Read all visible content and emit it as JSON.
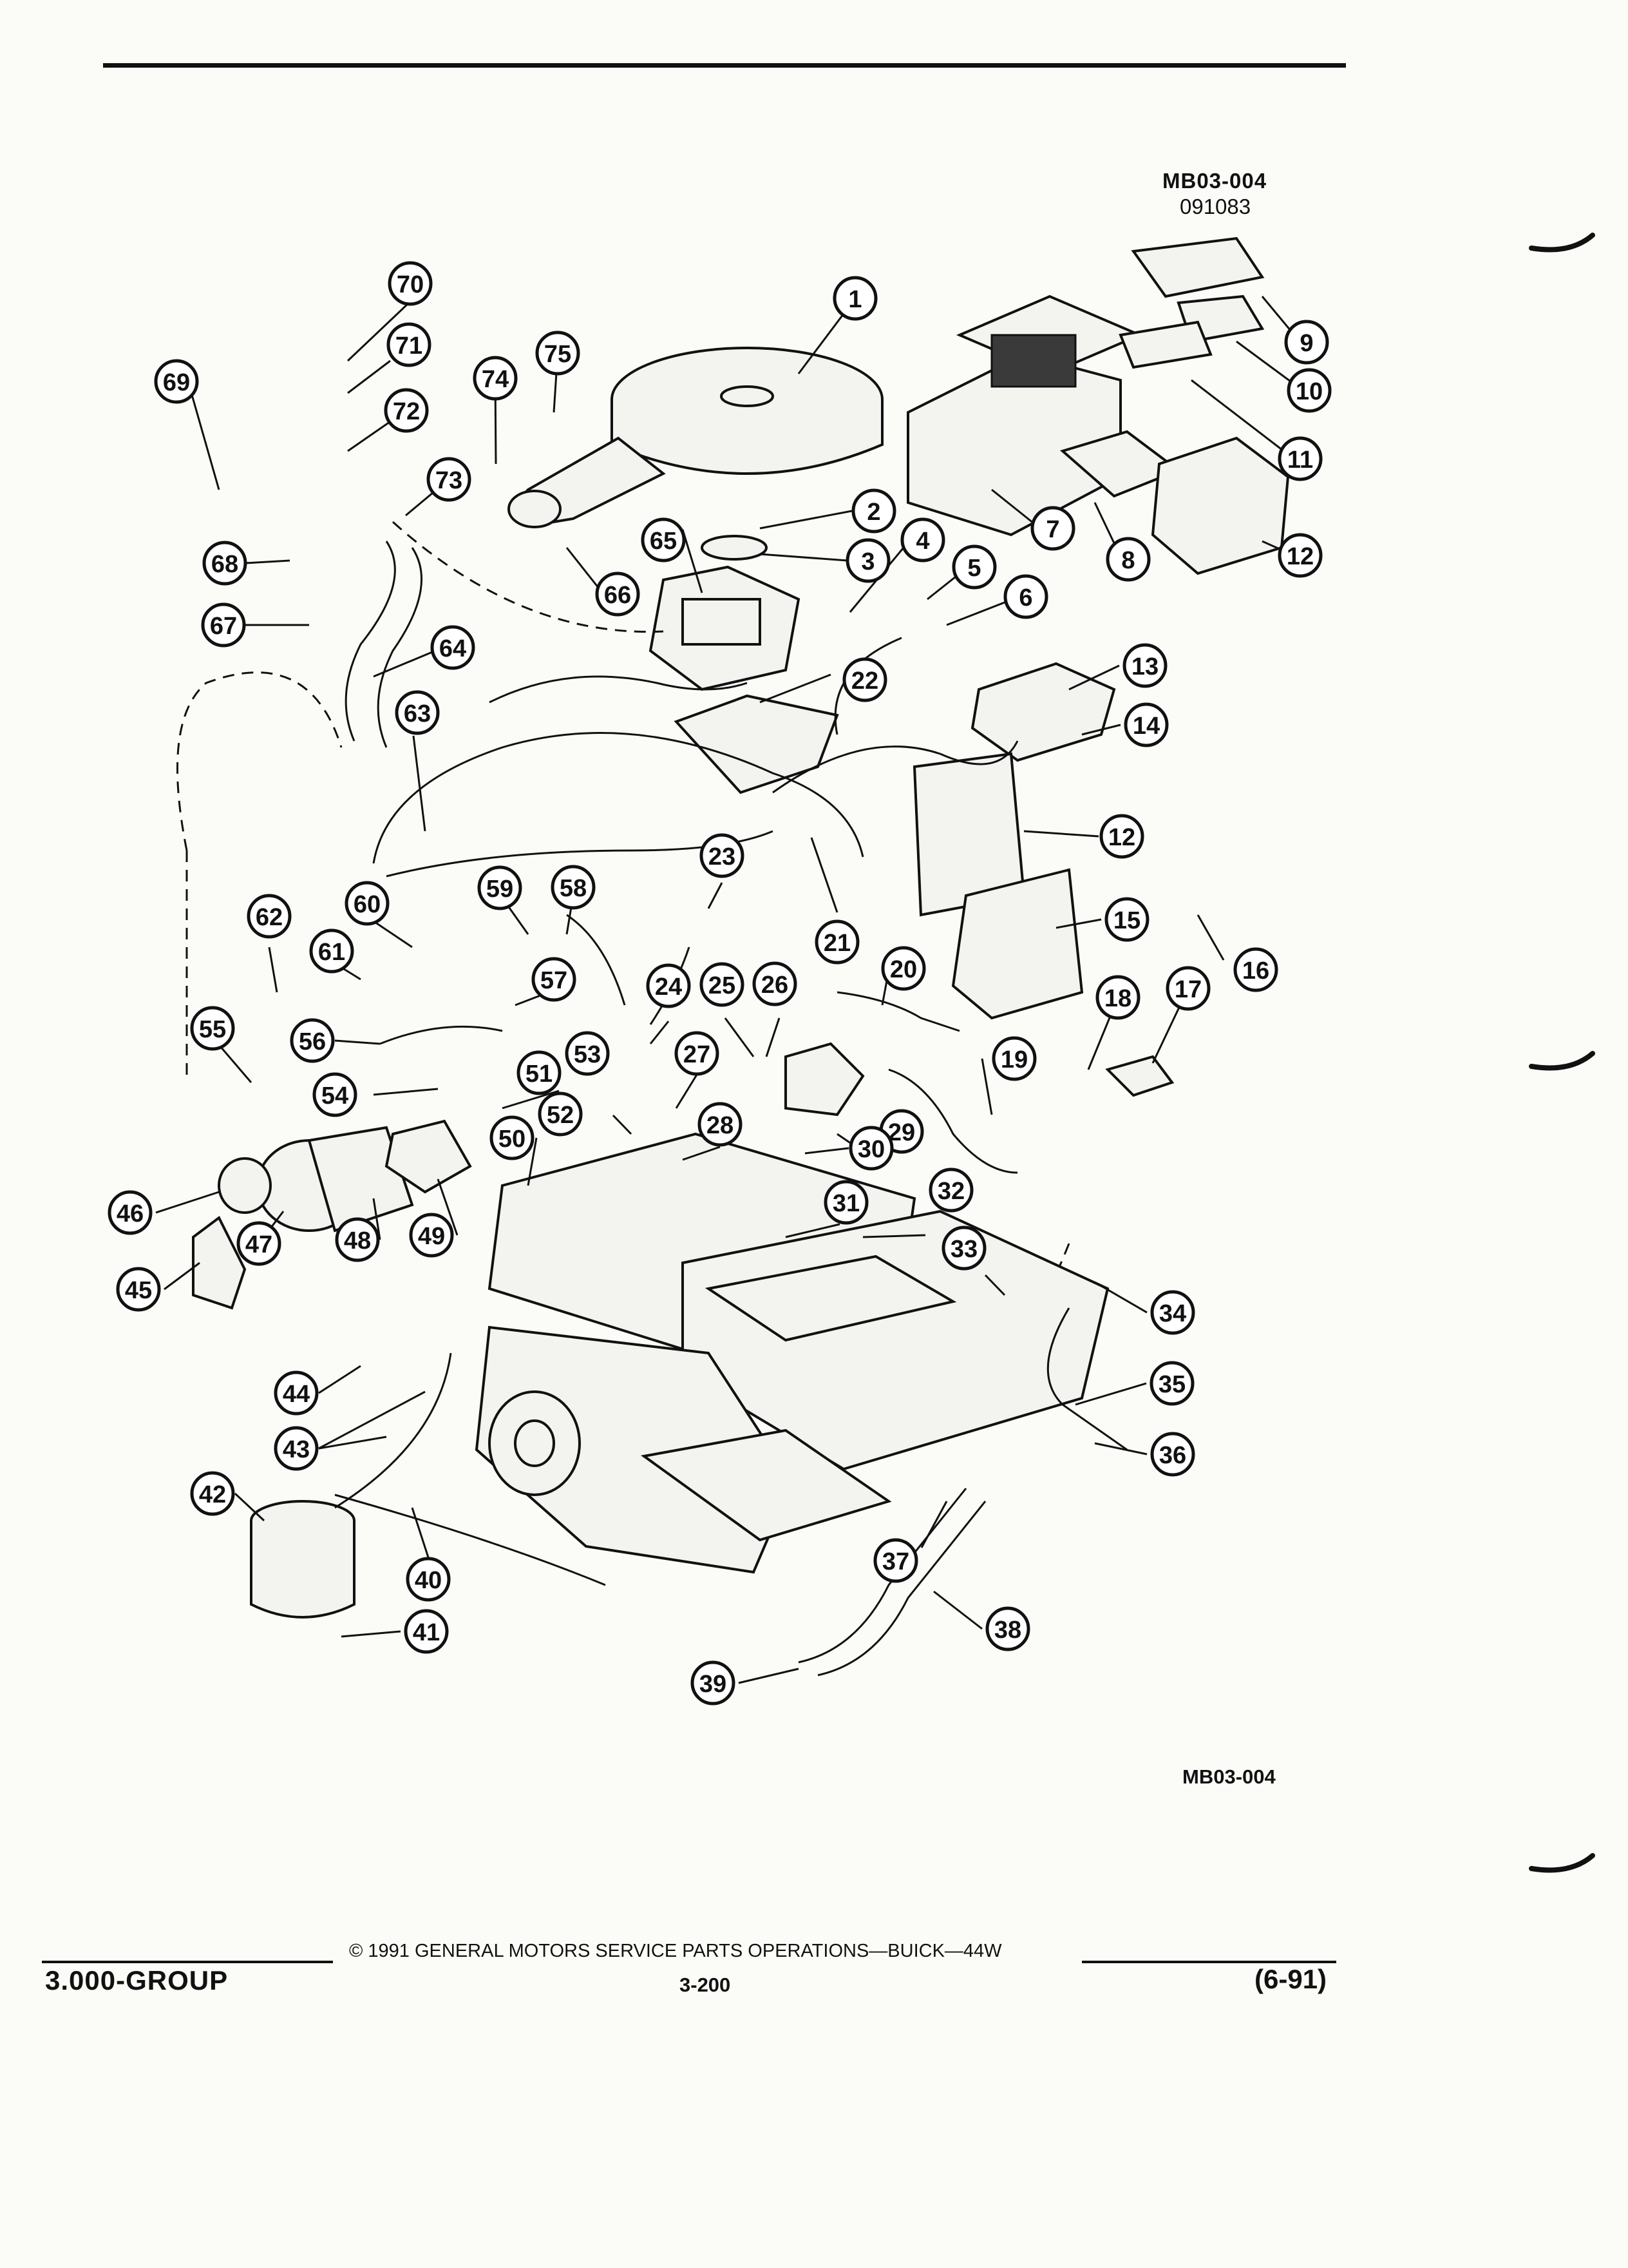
{
  "header": {
    "figure_code": "MB03-004",
    "figure_date": "091083"
  },
  "figure": {
    "code_bottom": "MB03-004",
    "callouts": [
      "1",
      "2",
      "3",
      "4",
      "5",
      "6",
      "7",
      "8",
      "9",
      "10",
      "11",
      "12",
      "12",
      "13",
      "14",
      "15",
      "16",
      "17",
      "18",
      "19",
      "20",
      "21",
      "22",
      "23",
      "24",
      "25",
      "26",
      "27",
      "28",
      "29",
      "30",
      "31",
      "32",
      "33",
      "34",
      "35",
      "36",
      "37",
      "38",
      "39",
      "40",
      "41",
      "42",
      "43",
      "44",
      "45",
      "46",
      "47",
      "48",
      "49",
      "50",
      "51",
      "52",
      "53",
      "54",
      "55",
      "56",
      "57",
      "58",
      "59",
      "60",
      "61",
      "62",
      "63",
      "64",
      "65",
      "66",
      "67",
      "68",
      "69",
      "70",
      "71",
      "72",
      "73",
      "74",
      "75"
    ]
  },
  "footer": {
    "group": "3.000-GROUP",
    "copyright": "© 1991 GENERAL MOTORS SERVICE PARTS OPERATIONS—BUICK—44W",
    "page_number": "3-200",
    "revision": "(6-91)"
  },
  "colors": {
    "ink": "#111111",
    "paper": "#fbfbf8"
  }
}
